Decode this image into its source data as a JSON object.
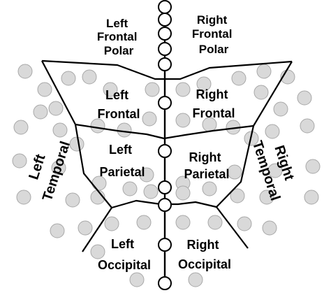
{
  "regions": {
    "left_frontal_polar": [
      "Left",
      "Frontal",
      "Polar"
    ],
    "right_frontal_polar": [
      "Right",
      "Frontal",
      "Polar"
    ],
    "left_frontal": [
      "Left",
      "Frontal"
    ],
    "right_frontal": [
      "Right",
      "Frontal"
    ],
    "left_parietal": [
      "Left",
      "Parietal"
    ],
    "right_parietal": [
      "Right",
      "Parietal"
    ],
    "left_occipital": [
      "Left",
      "Occipital"
    ],
    "right_occipital": [
      "Right",
      "Occipital"
    ],
    "left_temporal": [
      "Left",
      "Temporal"
    ],
    "right_temporal": [
      "Right",
      "Temporal"
    ]
  },
  "colors": {
    "sensor_fill": "#d9d9d9",
    "sensor_stroke": "#a8a8a8",
    "line": "#000000"
  }
}
